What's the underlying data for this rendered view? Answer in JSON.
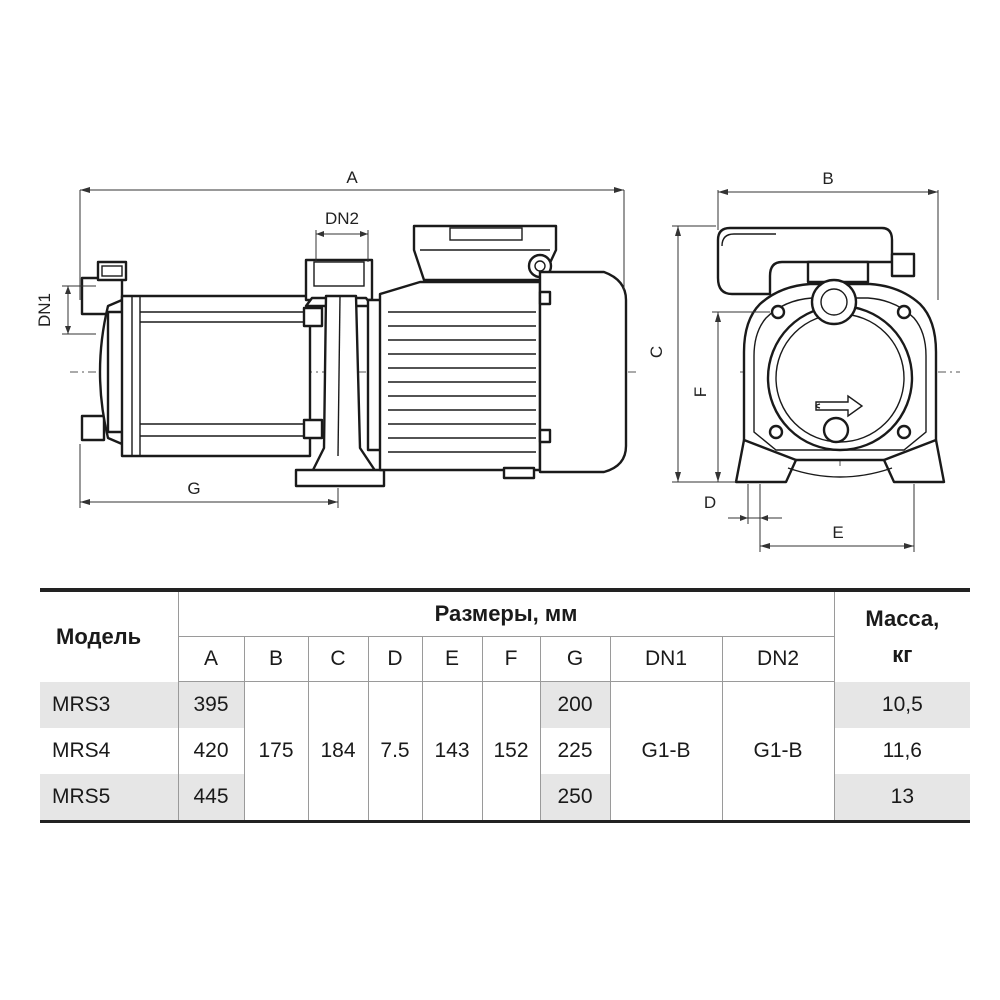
{
  "drawing": {
    "labels": {
      "a": "A",
      "b": "B",
      "c": "C",
      "d": "D",
      "e": "E",
      "f": "F",
      "g": "G",
      "dn1": "DN1",
      "dn2": "DN2"
    }
  },
  "table": {
    "model_header": "Модель",
    "dims_header": "Размеры, мм",
    "mass_header_line1": "Масса,",
    "mass_header_line2": "кг",
    "columns": [
      "A",
      "B",
      "C",
      "D",
      "E",
      "F",
      "G",
      "DN1",
      "DN2"
    ],
    "rows": [
      {
        "model": "MRS3",
        "a": "395",
        "g": "200",
        "mass": "10,5"
      },
      {
        "model": "MRS4",
        "a": "420",
        "g": "225",
        "mass": "11,6"
      },
      {
        "model": "MRS5",
        "a": "445",
        "g": "250",
        "mass": "13"
      }
    ],
    "shared": {
      "b": "175",
      "c": "184",
      "d": "7.5",
      "e": "143",
      "f": "152",
      "dn1": "G1-B",
      "dn2": "G1-B"
    }
  }
}
